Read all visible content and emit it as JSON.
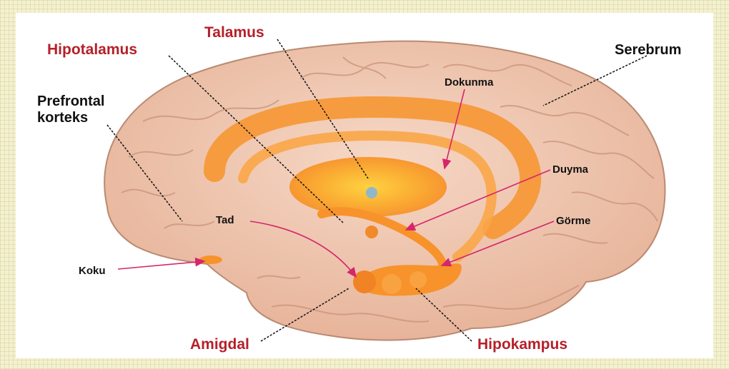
{
  "labels": {
    "talamus": "Talamus",
    "hipotalamus": "Hipotalamus",
    "serebrum": "Serebrum",
    "prefrontal_line1": "Prefrontal",
    "prefrontal_line2": "korteks",
    "dokunma": "Dokunma",
    "duyma": "Duyma",
    "tad": "Tad",
    "gorme": "Görme",
    "koku": "Koku",
    "amigdal": "Amigdal",
    "hipokampus": "Hipokampus"
  },
  "colors": {
    "red_label": "#b5202a",
    "black_label": "#111111",
    "brain_fill": "#f0c9b4",
    "limbic_orange": "#f7932a",
    "arrow_magenta": "#d5266a"
  }
}
